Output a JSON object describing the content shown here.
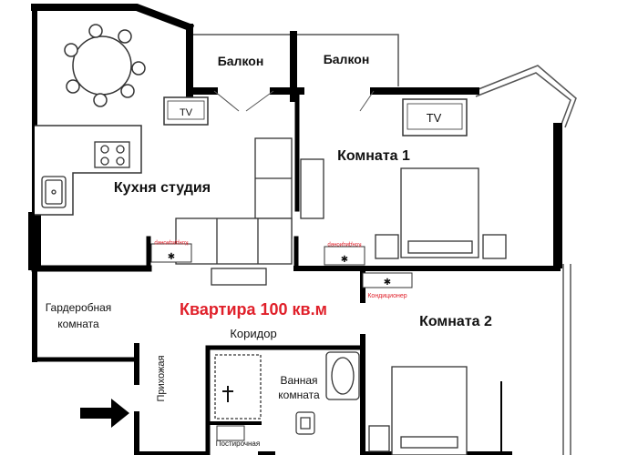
{
  "plan": {
    "title": "Квартира 100 кв.м",
    "title_color": "#e0202a",
    "wall_color": "#000000",
    "line_color": "#555555",
    "rooms": {
      "balcony_left": "Балкон",
      "balcony_right": "Балкон",
      "room1": "Комната 1",
      "room2": "Комната 2",
      "kitchen": "Кухня студия",
      "wardrobe_line1": "Гардеробная",
      "wardrobe_line2": "комната",
      "corridor": "Коридор",
      "bathroom_line1": "Ванная",
      "bathroom_line2": "комната",
      "hall": "Прихожая",
      "laundry": "Постирочная"
    },
    "appliances": {
      "tv_kitchen": "TV",
      "tv_room1": "TV",
      "ac_kitchen": "Кондиционер",
      "ac_room1": "Кондиционер",
      "ac_room2": "Кондиционер"
    },
    "icons": [
      "entrance-arrow-icon",
      "snowflake-icon",
      "sink-icon",
      "stove-icon",
      "shower-icon",
      "toilet-icon",
      "bathtub-icon"
    ]
  }
}
